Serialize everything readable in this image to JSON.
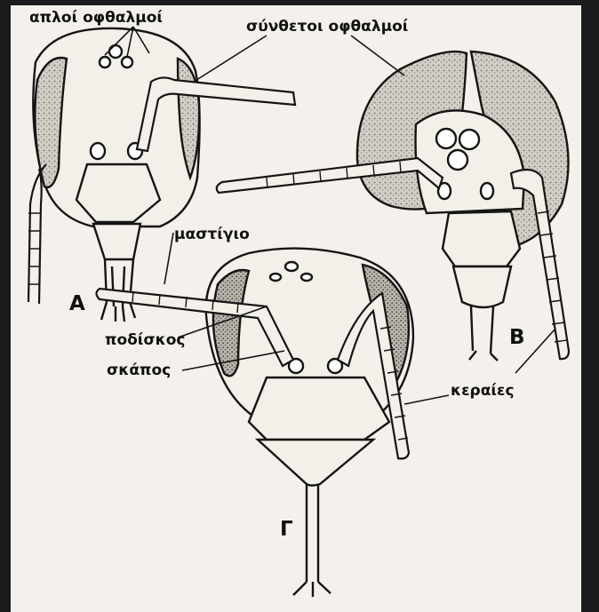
{
  "figure": {
    "labels": {
      "simple_eyes": "απλοί οφθαλμοί",
      "compound_eyes": "σύνθετοι οφθαλμοί",
      "whip": "μαστίγιο",
      "pedicel": "ποδίσκος",
      "scape": "σκάπος",
      "antennae": "κεραίες",
      "head_a": "Α",
      "head_b": "Β",
      "head_c": "Γ"
    },
    "colors": {
      "paper": "#f4f1ec",
      "ink": "#111111",
      "border": "#1b1b1b"
    }
  }
}
